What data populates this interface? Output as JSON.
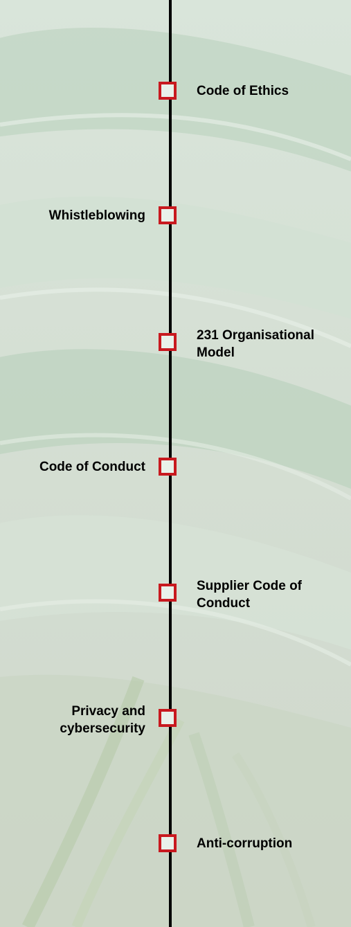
{
  "timeline": {
    "items": [
      {
        "label": "Code of Ethics"
      },
      {
        "label": "Whistleblowing"
      },
      {
        "label": "231 Organisational Model"
      },
      {
        "label": "Code of Conduct"
      },
      {
        "label": "Supplier Code of Conduct"
      },
      {
        "label": "Privacy and cybersecurity"
      },
      {
        "label": "Anti-corruption"
      }
    ]
  },
  "colors": {
    "background": "#c9d8ca",
    "line": "#000000",
    "marker_border": "#c8191f"
  },
  "icons": {
    "background": "tropical-leaf-background"
  }
}
